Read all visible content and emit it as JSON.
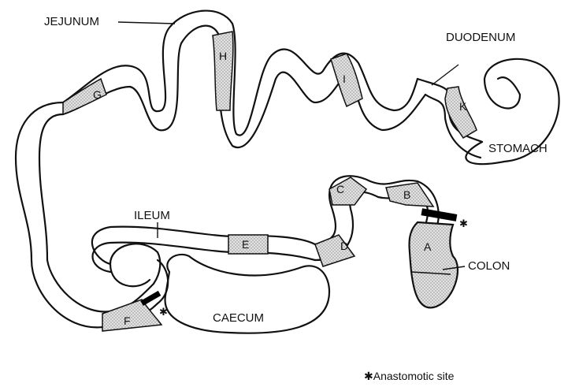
{
  "labels": {
    "jejunum": "JEJUNUM",
    "duodenum": "DUODENUM",
    "stomach": "STOMACH",
    "ileum": "ILEUM",
    "caecum": "CAECUM",
    "colon": "COLON"
  },
  "segments": {
    "a": "A",
    "b": "B",
    "c": "C",
    "d": "D",
    "e": "E",
    "f": "F",
    "g": "G",
    "h": "H",
    "i": "I",
    "k": "K"
  },
  "legend": {
    "marker": "✱",
    "text": "Anastomotic site"
  }
}
